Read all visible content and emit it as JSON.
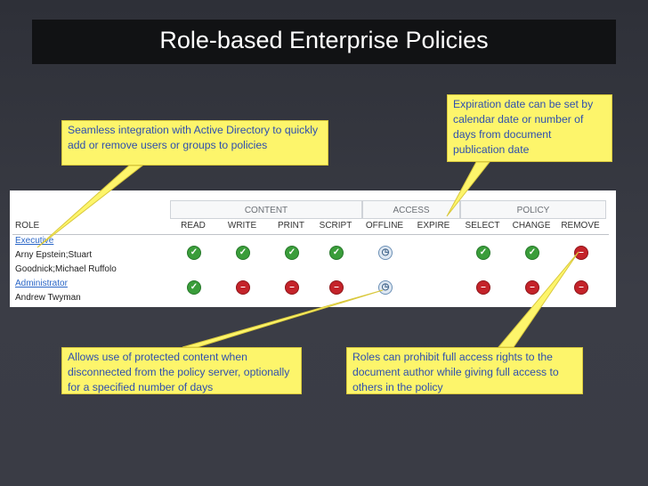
{
  "title": "Role-based Enterprise Policies",
  "callouts": {
    "directory": "Seamless integration with Active Directory to quickly add or remove users or groups to policies",
    "expiration": "Expiration date can  be set by calendar date or number of days from document publication date",
    "offline": "Allows use of protected content when disconnected from the policy server, optionally for a specified number of days",
    "roles": "Roles can prohibit full access rights to the document author while giving full access to others in the policy"
  },
  "table": {
    "groups": [
      "CONTENT",
      "ACCESS",
      "POLICY"
    ],
    "role_header": "ROLE",
    "columns": [
      "READ",
      "WRITE",
      "PRINT",
      "SCRIPT",
      "OFFLINE",
      "EXPIRE",
      "SELECT",
      "CHANGE",
      "REMOVE"
    ],
    "rows": [
      {
        "label": "Executive",
        "link": true
      },
      {
        "label": "Arny Epstein;Stuart",
        "link": false
      },
      {
        "label": "Goodnick;Michael Ruffolo",
        "link": false
      },
      {
        "label": "Administrator",
        "link": true
      },
      {
        "label": "Andrew Twyman",
        "link": false
      }
    ],
    "icon_rows": [
      [
        "check",
        "check",
        "check",
        "check",
        "clock",
        "",
        "check",
        "check",
        "deny"
      ],
      [
        "check",
        "deny",
        "deny",
        "deny",
        "clock",
        "",
        "deny",
        "deny",
        "deny"
      ]
    ],
    "icons": {
      "check": "check-icon",
      "deny": "deny-icon",
      "clock": "clock-icon"
    }
  }
}
